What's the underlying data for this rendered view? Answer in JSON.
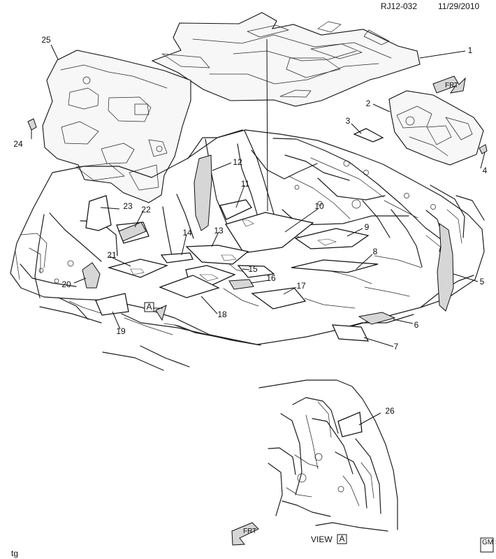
{
  "header": {
    "code": "RJ12-032",
    "date": "11/29/2010"
  },
  "footer": {
    "left_tag": "tg",
    "view_label": "VIEW",
    "view_letter": "A",
    "forward_label": "FRT",
    "logo_text": "GM Spo"
  },
  "callouts": [
    "1",
    "2",
    "3",
    "4",
    "5",
    "6",
    "7",
    "8",
    "9",
    "10",
    "11",
    "12",
    "13",
    "14",
    "15",
    "16",
    "17",
    "18",
    "19",
    "20",
    "21",
    "22",
    "23",
    "24",
    "25",
    "26"
  ],
  "view_marker": "A"
}
